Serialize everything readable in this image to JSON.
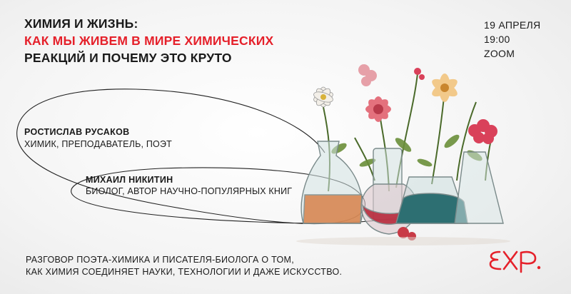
{
  "title": {
    "line1": "Химия и жизнь:",
    "line2": "как мы живем в мире химических",
    "line3": "реакций и почему это круто"
  },
  "event": {
    "date": "19 апреля",
    "time": "19:00",
    "platform": "ZOOM"
  },
  "speakers": [
    {
      "name": "Ростислав Русаков",
      "role": "Химик, преподаватель, поэт"
    },
    {
      "name": "Михаил Никитин",
      "role": "Биолог, автор научно-популярных книг"
    }
  ],
  "description": {
    "line1": "Разговор поэта-химика и писателя-биолога о том,",
    "line2": "как химия соединяет науки, технологии и даже искусство."
  },
  "logo": {
    "text": "EXP.",
    "color": "#e5202a"
  },
  "colors": {
    "accent": "#e5202a",
    "text": "#1a1a1a"
  },
  "illustration": {
    "name": "flowers-in-lab-glassware"
  }
}
